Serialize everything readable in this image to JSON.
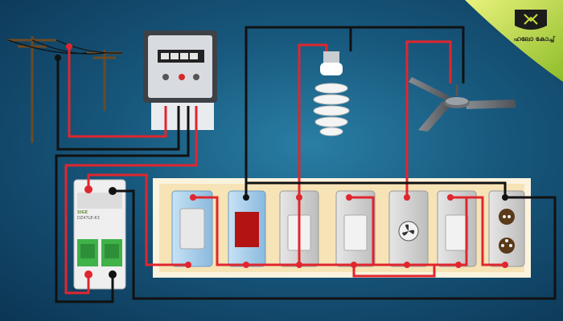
{
  "logo": {
    "text": "ഹലോ കോച്ച്"
  },
  "mcb": {
    "brand": "SIGE",
    "model": "DZ47LE-63"
  },
  "colors": {
    "background": "#17577c",
    "live_wire": "#e0262e",
    "neutral_wire": "#111111",
    "board": "#f6e3b6",
    "board_border": "#fbf3de",
    "switch_blue": "#a9cde8",
    "switch_gray": "#d4d4d4",
    "indicator": "#b31313",
    "mcb_green": "#3fb248",
    "logo_green": "#c7dd3f"
  },
  "icons": [
    "utility-pole-icon",
    "energy-meter-icon",
    "cfl-bulb-icon",
    "ceiling-fan-icon",
    "mcb-breaker-icon",
    "fan-regulator-icon",
    "power-socket-icon",
    "brand-logo-icon"
  ]
}
